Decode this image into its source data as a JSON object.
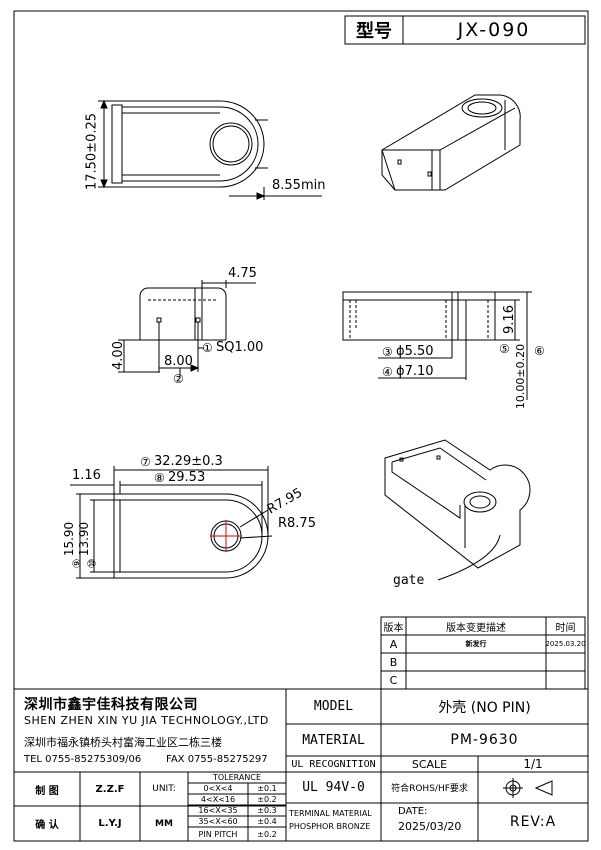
{
  "title_block_top": {
    "model_label": "型号",
    "model_value": "JX-090"
  },
  "dims": {
    "front_height": "17.50±0.25",
    "front_depth": "8.55min",
    "side_top": "4.75",
    "side_height": "4.00",
    "side_slot": "8.00",
    "side_sq": "SQ1.00",
    "side_callout": "②",
    "side_callout_1": "①",
    "back_height": "9.16",
    "back_d1": "ϕ5.50",
    "back_d2": "ϕ7.10",
    "back_total": "10.00±0.20",
    "back_c3": "③",
    "back_c4": "④",
    "back_c5": "⑤",
    "back_c6": "⑥",
    "plan_len": "32.29±0.3",
    "plan_inner": "29.53",
    "plan_wall": "1.16",
    "plan_w1": "15.90",
    "plan_w2": "13.90",
    "plan_r1": "R7.95",
    "plan_r2": "R8.75",
    "plan_c7": "⑦",
    "plan_c8": "⑧",
    "plan_c9": "⑨",
    "plan_c10": "⑩",
    "gate": "gate"
  },
  "revision": {
    "headers": [
      "版本",
      "版本变更描述",
      "时间"
    ],
    "rows": [
      {
        "ver": "A",
        "desc": "新发行",
        "date": "2025.03.20"
      },
      {
        "ver": "B",
        "desc": "",
        "date": ""
      },
      {
        "ver": "C",
        "desc": "",
        "date": ""
      }
    ]
  },
  "company": {
    "name_cn": "深圳市鑫宇佳科技有限公司",
    "name_en": "SHEN ZHEN XIN YU JIA TECHNOLOGY.,LTD",
    "address": "深圳市福永镇桥头村富海工业区二栋三楼",
    "tel": "TEL 0755-85275309/06",
    "fax": "FAX 0755-85275297"
  },
  "signoff": {
    "draw_label": "制 图",
    "draw_name": "Z.Z.F",
    "check_label": "确 认",
    "check_name": "L.Y.J",
    "unit_label": "UNIT:",
    "unit_value": "MM"
  },
  "tolerance": {
    "title": "TOLERANCE",
    "rows": [
      {
        "range": "0<X<4",
        "tol": "±0.1"
      },
      {
        "range": "4<X<16",
        "tol": "±0.2"
      },
      {
        "range": "16<X<35",
        "tol": "±0.3"
      },
      {
        "range": "35<X<60",
        "tol": "±0.4"
      },
      {
        "range": "PIN PITCH",
        "tol": "±0.2"
      }
    ]
  },
  "spec": {
    "model_label": "MODEL",
    "model_value": "外壳 (NO PIN)",
    "material_label": "MATERIAL",
    "material_value": "PM-9630",
    "ul_label": "UL RECOGNITION",
    "scale_label": "SCALE",
    "scale_value": "1/1",
    "ul_value": "UL 94V-0",
    "rohs": "符合ROHS/HF要求",
    "terminal_label_1": "TERMINAL MATERIAL",
    "terminal_label_2": "PHOSPHOR BRONZE",
    "date_label": "DATE:",
    "date_value": "2025/03/20",
    "rev_label": "REV:A"
  }
}
